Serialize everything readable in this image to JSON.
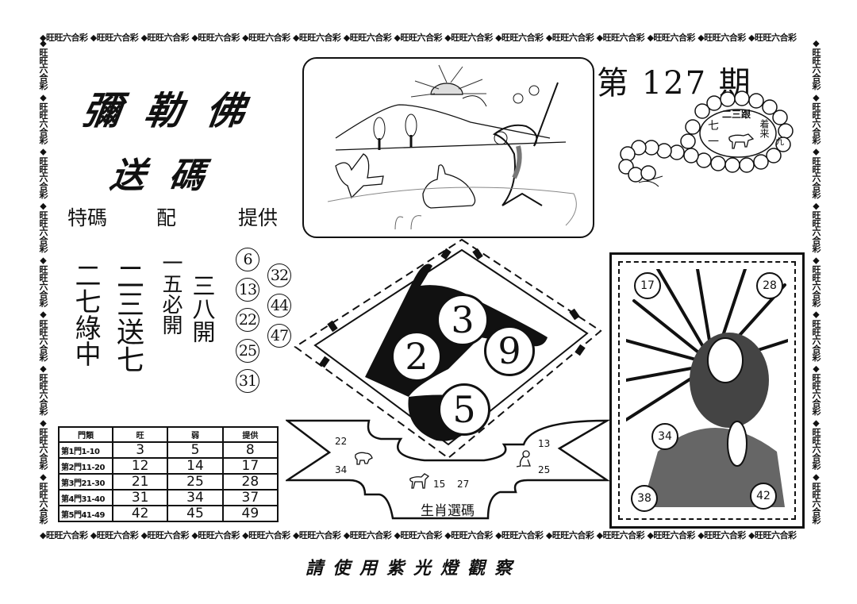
{
  "border": {
    "motif": "◆旺旺六合彩 ◆旺旺六合彩 ◆旺旺六合彩 ◆旺旺六合彩 ◆旺旺六合彩 ◆旺旺六合彩 ◆旺旺六合彩 ◆旺旺六合彩 ◆旺旺六合彩 ◆旺旺六合彩 ◆旺旺六合彩 ◆旺旺六合彩 ◆旺旺六合彩 ◆旺旺六合彩 ◆旺旺六合彩"
  },
  "title": {
    "line1": "彌勒佛",
    "line2": "送碼"
  },
  "subtitle": {
    "left": "特碼",
    "middle": "配",
    "right": "提供"
  },
  "hint_columns": [
    "二七綠中",
    "二三送七",
    "一五必開",
    "三八開"
  ],
  "circled_numbers": {
    "col1": [
      "6",
      "13",
      "22",
      "25",
      "31"
    ],
    "col2": [
      "32",
      "44",
      "47"
    ]
  },
  "issue": {
    "prefix": "第",
    "number": "127",
    "suffix": "期"
  },
  "beads_badge": {
    "top": "二三跟",
    "right": "着来",
    "left_top": "七",
    "left_bottom": "一",
    "far_right": "九",
    "animal": "ox"
  },
  "diamond": {
    "balls": [
      "3",
      "2",
      "9",
      "5"
    ]
  },
  "zodiac_banner": {
    "label": "生肖選碼",
    "groups": [
      {
        "animal": "pig",
        "numbers": [
          "22",
          "34"
        ]
      },
      {
        "animal": "horse",
        "numbers": [
          "15",
          "27"
        ]
      },
      {
        "animal": "monkey",
        "numbers": [
          "13",
          "25"
        ]
      }
    ]
  },
  "buddha_panel": {
    "numbers": [
      "17",
      "28",
      "34",
      "38",
      "42"
    ]
  },
  "table": {
    "headers": [
      "門類",
      "旺",
      "弱",
      "提供"
    ],
    "rows": [
      {
        "label": "第1門1-10",
        "values": [
          "3",
          "5",
          "8"
        ]
      },
      {
        "label": "第2門11-20",
        "values": [
          "12",
          "14",
          "17"
        ]
      },
      {
        "label": "第3門21-30",
        "values": [
          "21",
          "25",
          "28"
        ]
      },
      {
        "label": "第4門31-40",
        "values": [
          "31",
          "34",
          "37"
        ]
      },
      {
        "label": "第5門41-49",
        "values": [
          "42",
          "45",
          "49"
        ]
      }
    ]
  },
  "footer": {
    "text": "請使用紫光燈觀察"
  }
}
